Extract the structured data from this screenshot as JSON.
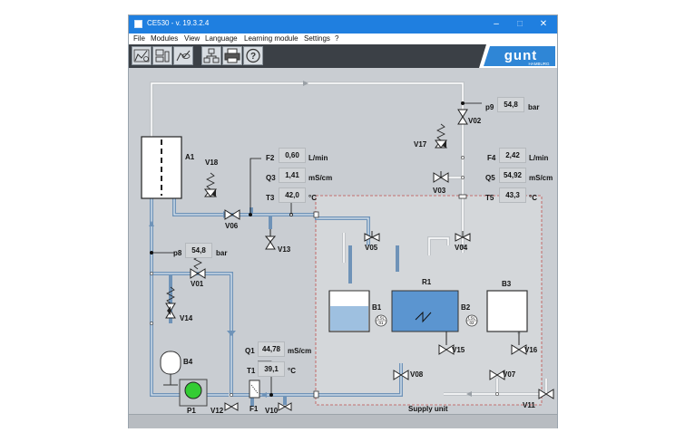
{
  "window": {
    "title": "CE530 - v. 19.3.2.4",
    "controls": {
      "minimize": "–",
      "maximize": "□",
      "close": "✕"
    }
  },
  "menu": [
    "File",
    "Modules",
    "View",
    "Language",
    "Learning module",
    "Settings",
    "?"
  ],
  "toolbar": {
    "buttons": [
      "process-schematic-icon",
      "diagram-icon",
      "trend-icon",
      "network-icon",
      "printer-icon",
      "help-icon"
    ]
  },
  "logo": {
    "text": "gunt",
    "subtext": "HAMBURG"
  },
  "labels": {
    "A1": "A1",
    "V18": "V18",
    "V06": "V06",
    "V13": "V13",
    "V17": "V17",
    "V02": "V02",
    "V03": "V03",
    "V04": "V04",
    "V05": "V05",
    "R1": "R1",
    "B1": "B1",
    "B2": "B2",
    "B3": "B3",
    "B4": "B4",
    "V01": "V01",
    "V14": "V14",
    "V15": "V15",
    "V16": "V16",
    "V08": "V08",
    "V07": "V07",
    "V11": "V11",
    "V12": "V12",
    "V10": "V10",
    "F1": "F1",
    "P1": "P1",
    "LSL1": "LSL",
    "LSL1n": "01",
    "LSL2": "LSL",
    "LSL2n": "02",
    "supply": "Supply unit"
  },
  "measurements": {
    "p9": {
      "name": "p9",
      "value": "54,8",
      "unit": "bar"
    },
    "F2": {
      "name": "F2",
      "value": "0,60",
      "unit": "L/min"
    },
    "Q3": {
      "name": "Q3",
      "value": "1,41",
      "unit": "mS/cm"
    },
    "T3": {
      "name": "T3",
      "value": "42,0",
      "unit": "°C"
    },
    "F4": {
      "name": "F4",
      "value": "2,42",
      "unit": "L/min"
    },
    "Q5": {
      "name": "Q5",
      "value": "54,92",
      "unit": "mS/cm"
    },
    "T5": {
      "name": "T5",
      "value": "43,3",
      "unit": "°C"
    },
    "p8": {
      "name": "p8",
      "value": "54,8",
      "unit": "bar"
    },
    "Q1": {
      "name": "Q1",
      "value": "44,78",
      "unit": "mS/cm"
    },
    "T1": {
      "name": "T1",
      "value": "39,1",
      "unit": "°C"
    }
  },
  "colors": {
    "titlebar": "#1f7fe0",
    "pipe_blue": "#6f93b8",
    "pipe_grey": "#bfc3c7",
    "water": "#5b95d0",
    "pump_green": "#33cc33",
    "supply_border": "#c0504d"
  }
}
